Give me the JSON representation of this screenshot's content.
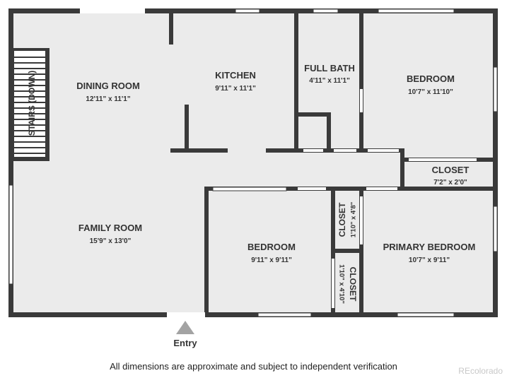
{
  "colors": {
    "floor": "#ebebeb",
    "wall": "#3a3a3a",
    "window": "#ffffff",
    "text": "#333333",
    "entry_arrow": "#a3a3a3",
    "watermark": "#c8c8c8"
  },
  "rooms": [
    {
      "id": "dining-room",
      "name": "DINING ROOM",
      "dims": "12'11\" x 11'1\""
    },
    {
      "id": "kitchen",
      "name": "KITCHEN",
      "dims": "9'11\" x 11'1\""
    },
    {
      "id": "full-bath",
      "name": "FULL BATH",
      "dims": "4'11\" x 11'1\""
    },
    {
      "id": "bedroom-top",
      "name": "BEDROOM",
      "dims": "10'7\" x 11'10\""
    },
    {
      "id": "closet-right",
      "name": "CLOSET",
      "dims": "7'2\" x 2'0\""
    },
    {
      "id": "family-room",
      "name": "FAMILY ROOM",
      "dims": "15'9\" x 13'0\""
    },
    {
      "id": "bedroom-middle",
      "name": "BEDROOM",
      "dims": "9'11\" x 9'11\""
    },
    {
      "id": "closet-upper",
      "name": "CLOSET",
      "dims": "1'10\" x 4'8\""
    },
    {
      "id": "closet-lower",
      "name": "CLOSET",
      "dims": "1'10\" x 4'10\""
    },
    {
      "id": "primary-bedroom",
      "name": "PRIMARY BEDROOM",
      "dims": "10'7\" x 9'11\""
    }
  ],
  "stairs": {
    "label": "STAIRS (DOWN)"
  },
  "entry": {
    "label": "Entry"
  },
  "footer": {
    "disclaimer": "All dimensions are approximate and subject to independent verification",
    "watermark": "REcolorado"
  }
}
